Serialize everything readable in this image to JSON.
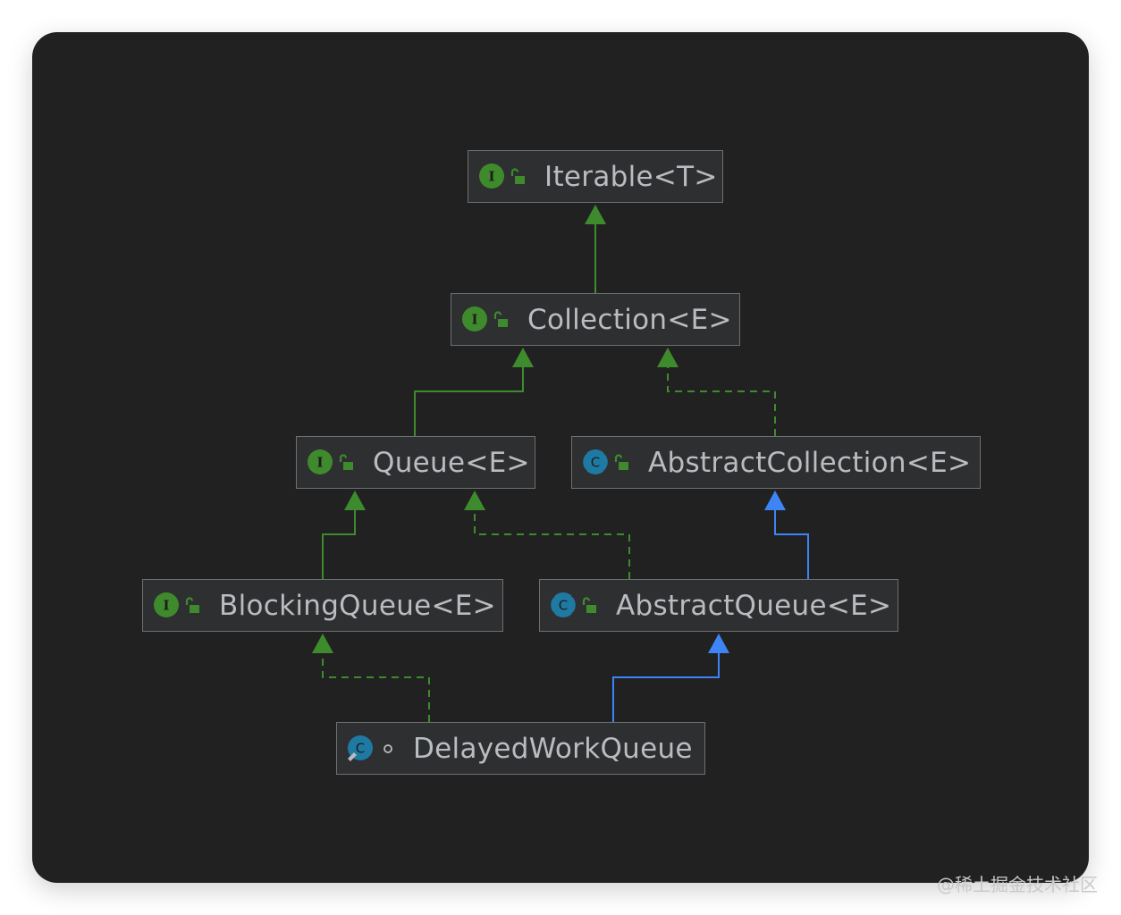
{
  "diagram": {
    "nodes": [
      {
        "id": "iterable",
        "label": "Iterable<T>",
        "kind": "interface",
        "visibility": "public"
      },
      {
        "id": "collection",
        "label": "Collection<E>",
        "kind": "interface",
        "visibility": "public"
      },
      {
        "id": "queue",
        "label": "Queue<E>",
        "kind": "interface",
        "visibility": "public"
      },
      {
        "id": "abstract-collection",
        "label": "AbstractCollection<E>",
        "kind": "abstract-class",
        "visibility": "public"
      },
      {
        "id": "blocking-queue",
        "label": "BlockingQueue<E>",
        "kind": "interface",
        "visibility": "public"
      },
      {
        "id": "abstract-queue",
        "label": "AbstractQueue<E>",
        "kind": "abstract-class",
        "visibility": "public"
      },
      {
        "id": "delayed-work-queue",
        "label": "DelayedWorkQueue",
        "kind": "class",
        "visibility": "package-private"
      }
    ],
    "edges": [
      {
        "from": "collection",
        "to": "iterable",
        "relation": "extends"
      },
      {
        "from": "queue",
        "to": "collection",
        "relation": "extends"
      },
      {
        "from": "abstract-collection",
        "to": "collection",
        "relation": "implements"
      },
      {
        "from": "blocking-queue",
        "to": "queue",
        "relation": "extends"
      },
      {
        "from": "abstract-queue",
        "to": "queue",
        "relation": "implements"
      },
      {
        "from": "abstract-queue",
        "to": "abstract-collection",
        "relation": "extends-class"
      },
      {
        "from": "delayed-work-queue",
        "to": "blocking-queue",
        "relation": "implements"
      },
      {
        "from": "delayed-work-queue",
        "to": "abstract-queue",
        "relation": "extends-class"
      }
    ],
    "colors": {
      "background": "#212121",
      "node_fill": "#2e2f30",
      "node_border": "#6e6f71",
      "label": "#b9bcc0",
      "interface_edge": "#3e8b2e",
      "class_edge": "#3d84f5",
      "interface_icon": "#3f8a2d",
      "class_icon": "#1f7aa3"
    },
    "icons": {
      "interface": "interface-icon",
      "abstract-class": "abstract-class-icon",
      "class": "class-icon",
      "public": "unlocked-padlock-icon",
      "package-private": "package-private-dot-icon"
    }
  },
  "watermark": "@稀土掘金技术社区"
}
